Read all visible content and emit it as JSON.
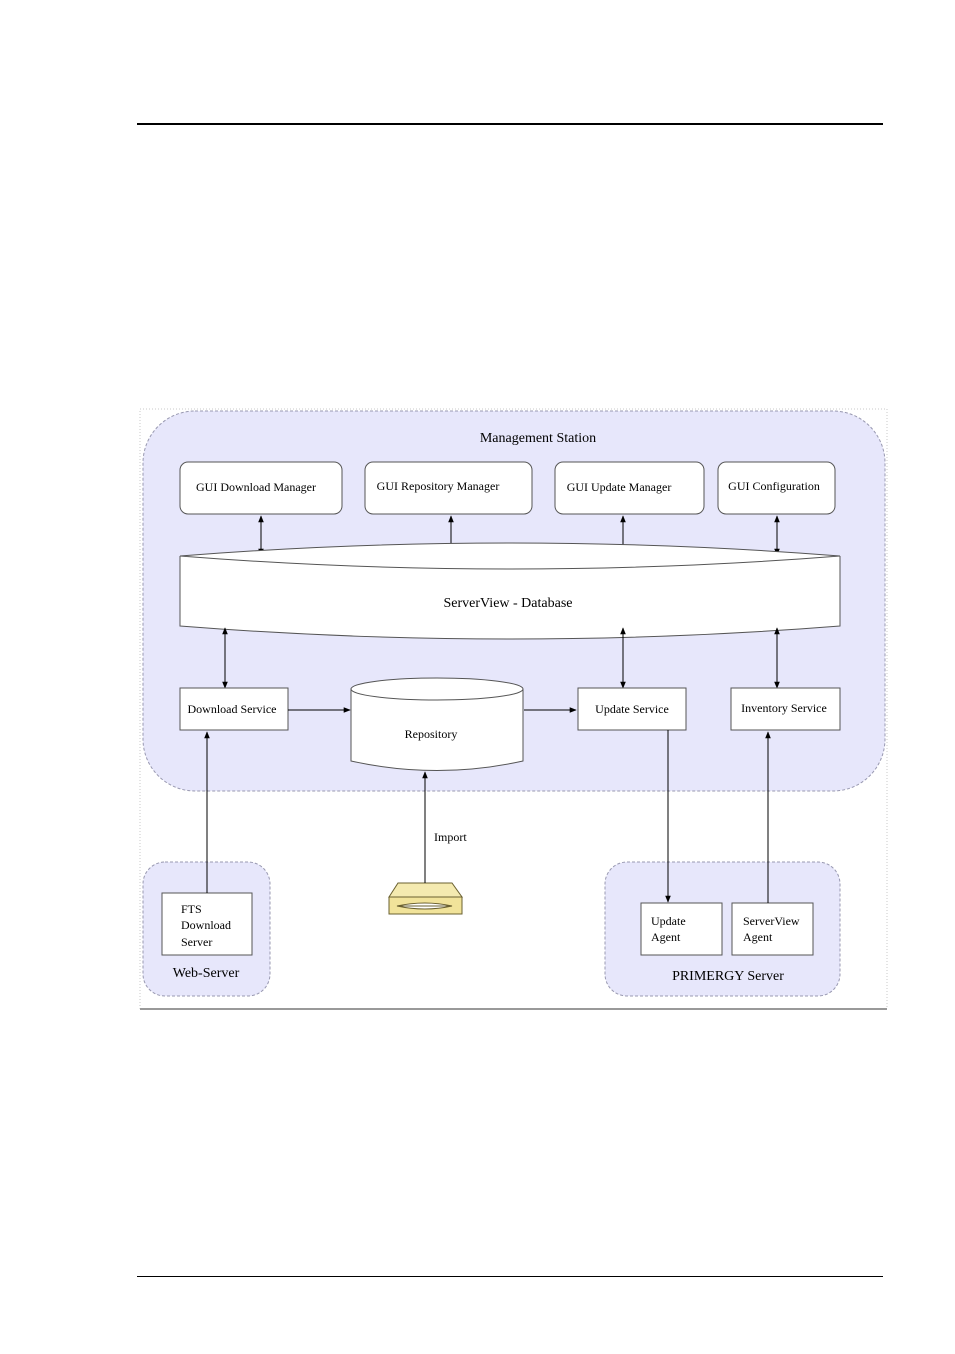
{
  "diagram": {
    "management_station": {
      "label": "Management Station"
    },
    "gui": {
      "download_manager": "GUI Download Manager",
      "repository_manager": "GUI Repository Manager",
      "update_manager": "GUI Update Manager",
      "configuration": "GUI Configuration"
    },
    "database": {
      "label": "ServerView - Database"
    },
    "services": {
      "download": "Download Service",
      "update": "Update Service",
      "inventory": "Inventory Service"
    },
    "repository": {
      "label": "Repository"
    },
    "import": {
      "label": "Import",
      "icon": "cd-drive-icon"
    },
    "web_server": {
      "label": "Web-Server",
      "fts_lines": [
        "FTS",
        "Download",
        "Server"
      ]
    },
    "primergy": {
      "label": "PRIMERGY Server",
      "update_agent_lines": [
        "Update",
        "Agent"
      ],
      "serverview_agent_lines": [
        "ServerView",
        "Agent"
      ]
    },
    "colors": {
      "region_fill": "#e7e7fb",
      "region_stroke": "#9898b0",
      "box_stroke": "#555555"
    }
  }
}
